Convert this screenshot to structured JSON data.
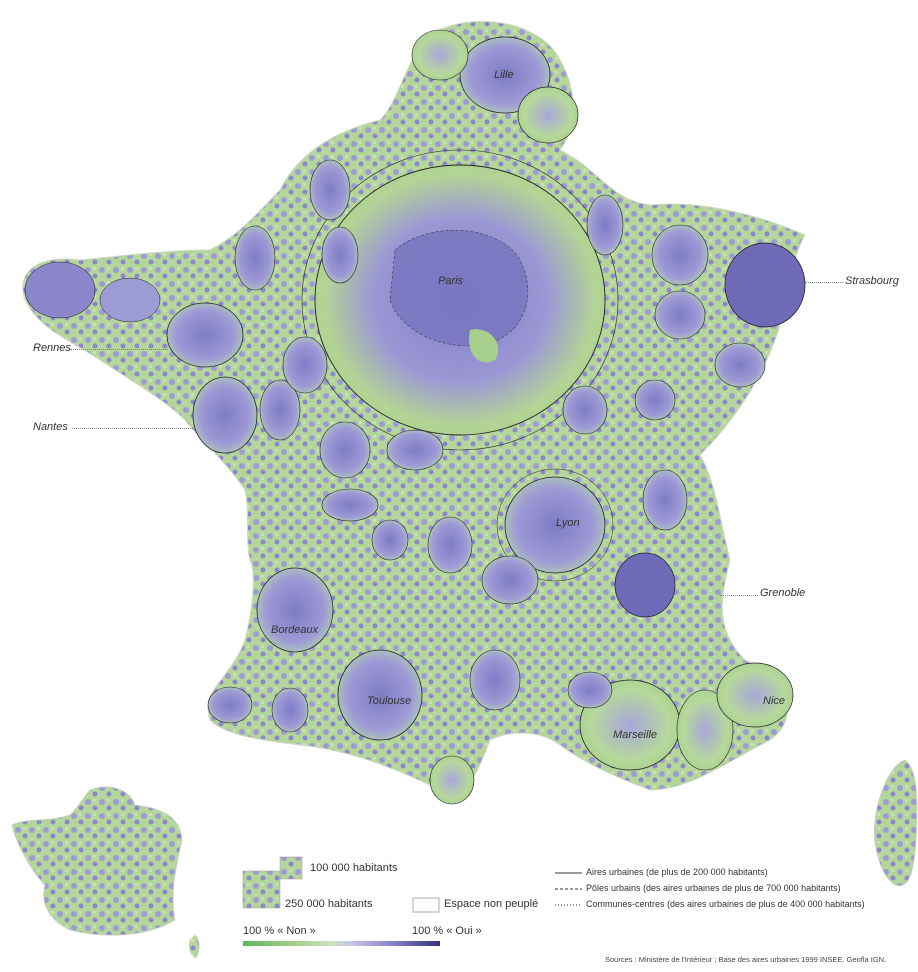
{
  "map": {
    "cities": {
      "lille": "Lille",
      "paris": "Paris",
      "strasbourg": "Strasbourg",
      "rennes": "Rennes",
      "nantes": "Nantes",
      "lyon": "Lyon",
      "grenoble": "Grenoble",
      "bordeaux": "Bordeaux",
      "toulouse": "Toulouse",
      "marseille": "Marseille",
      "nice": "Nice"
    },
    "colors": {
      "non": "#a8d08d",
      "oui": "#8c87cc",
      "oui_dark": "#5d5aa8",
      "border": "#222222"
    }
  },
  "legend": {
    "pop_small": "100 000 habitants",
    "pop_large": "250 000 habitants",
    "empty_space": "Espace non peuplé",
    "scale_non": "100 % « Non »",
    "scale_oui": "100 % « Oui »",
    "line_aires": "Aires urbaines (de plus de 200 000 habitants)",
    "line_poles": "Pôles urbains (des aires urbaines de plus de 700 000 habitants)",
    "line_communes": "Communes-centres (des aires urbaines de plus de 400 000 habitants)"
  },
  "sources": "Sources : Ministère de l'Intérieur ; Base des aires urbaines 1999 INSEE. Geofla IGN."
}
